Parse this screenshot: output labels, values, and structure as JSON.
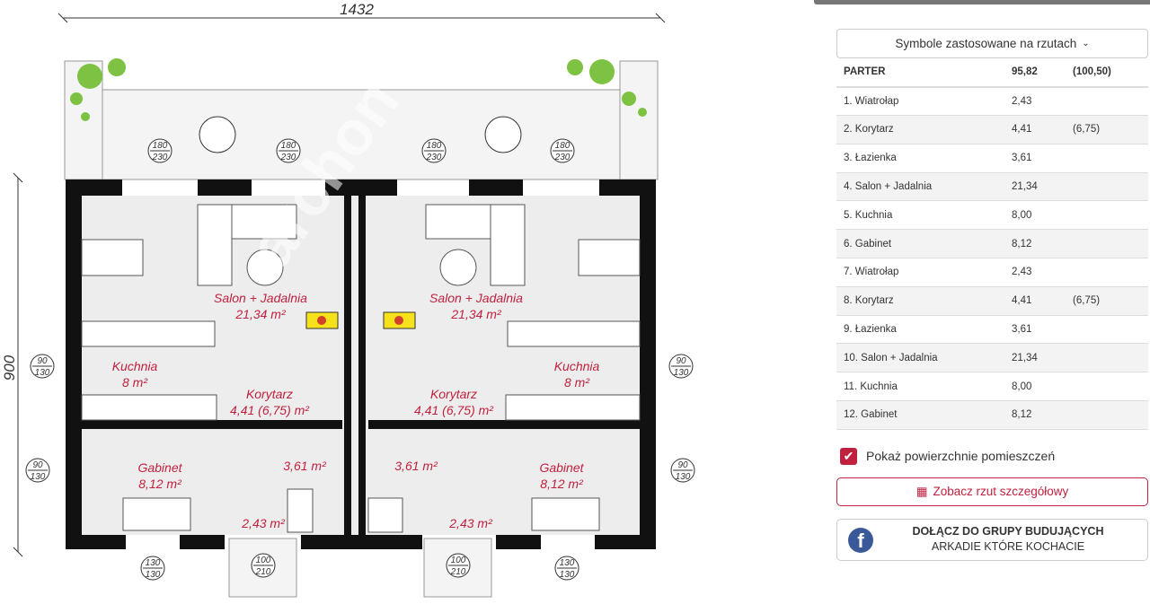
{
  "plan": {
    "width_dim": "1432",
    "height_dim": "900",
    "watermark": "archon",
    "rooms": [
      {
        "name": "Salon + Jadalnia",
        "area": "21,34 m²"
      },
      {
        "name": "Kuchnia",
        "area": "8 m²"
      },
      {
        "name": "Korytarz",
        "area": "4,41 (6,75) m²"
      },
      {
        "name": "Gabinet",
        "area": "8,12 m²"
      },
      {
        "area": "3,61 m²"
      },
      {
        "area": "2,43 m²"
      }
    ],
    "windows": {
      "terrace": [
        "180",
        "230"
      ],
      "side": [
        "90",
        "130"
      ],
      "front": [
        "130",
        "130"
      ],
      "door": [
        "100",
        "210"
      ]
    }
  },
  "panel": {
    "symbols_label": "Symbole zastosowane na rzutach",
    "header": {
      "name": "PARTER",
      "area": "95,82",
      "extra": "(100,50)"
    },
    "rooms": [
      {
        "name": "1. Wiatrołap",
        "area": "2,43",
        "extra": ""
      },
      {
        "name": "2. Korytarz",
        "area": "4,41",
        "extra": "(6,75)"
      },
      {
        "name": "3. Łazienka",
        "area": "3,61",
        "extra": ""
      },
      {
        "name": "4. Salon + Jadalnia",
        "area": "21,34",
        "extra": ""
      },
      {
        "name": "5. Kuchnia",
        "area": "8,00",
        "extra": ""
      },
      {
        "name": "6. Gabinet",
        "area": "8,12",
        "extra": ""
      },
      {
        "name": "7. Wiatrołap",
        "area": "2,43",
        "extra": ""
      },
      {
        "name": "8. Korytarz",
        "area": "4,41",
        "extra": "(6,75)"
      },
      {
        "name": "9. Łazienka",
        "area": "3,61",
        "extra": ""
      },
      {
        "name": "10. Salon + Jadalnia",
        "area": "21,34",
        "extra": ""
      },
      {
        "name": "11. Kuchnia",
        "area": "8,00",
        "extra": ""
      },
      {
        "name": "12. Gabinet",
        "area": "8,12",
        "extra": ""
      }
    ],
    "show_areas_label": "Pokaż powierzchnie pomieszczeń",
    "show_areas_checked": true,
    "detail_button": "Zobacz rzut szczegółowy",
    "fb_line1": "DOŁĄCZ DO GRUPY BUDUJĄCYCH",
    "fb_line2": "ARKADIE KTÓRE KOCHACIE",
    "accent": "#c0213f"
  }
}
